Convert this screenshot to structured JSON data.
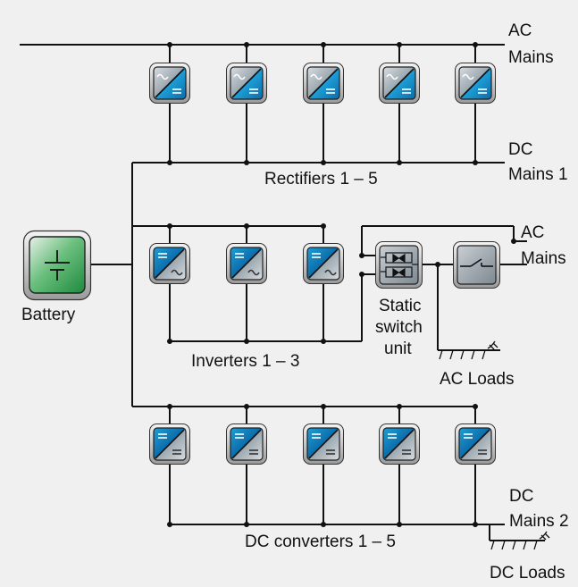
{
  "labels": {
    "ac_mains_top_1": "AC",
    "ac_mains_top_2": "Mains",
    "dc_mains1_1": "DC",
    "dc_mains1_2": "Mains 1",
    "rectifiers": "Rectifiers 1 – 5",
    "battery": "Battery",
    "ac_mains_mid_1": "AC",
    "ac_mains_mid_2": "Mains",
    "static_1": "Static",
    "static_2": "switch",
    "static_3": "unit",
    "inverters": "Inverters 1 – 3",
    "ac_loads": "AC Loads",
    "dc_mains2_1": "DC",
    "dc_mains2_2": "Mains 2",
    "dc_converters": "DC converters 1 – 5",
    "dc_loads": "DC Loads"
  },
  "colors": {
    "background": "#f0f0f0",
    "module_blue": "#1aa7e0",
    "module_grey": "#a9b3bb",
    "battery_green": "#2e9e4d",
    "wire": "#111111"
  },
  "icons": {
    "rectifier": "ac-to-dc-icon",
    "inverter": "dc-to-ac-icon",
    "dc_converter": "dc-to-dc-icon",
    "static_switch": "thyristor-switch-icon",
    "bypass": "bypass-switch-icon",
    "battery": "battery-icon"
  }
}
